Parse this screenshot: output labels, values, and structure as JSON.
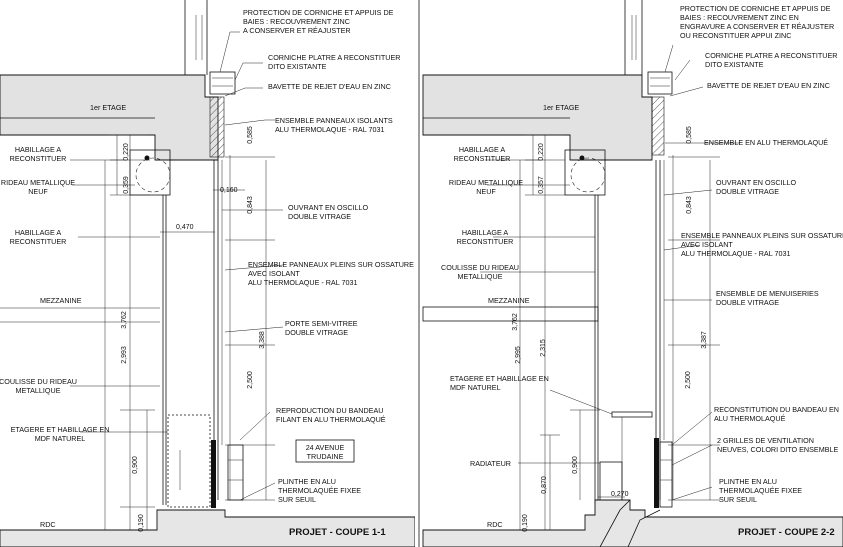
{
  "panels": [
    {
      "title": "PROJET - COUPE 1-1",
      "levels": {
        "upper": "1er ETAGE",
        "mezz": "MEZZANINE",
        "ground": "RDC"
      },
      "dims": [
        "0,220",
        "0,359",
        "3,762",
        "2,993",
        "0,900",
        "0,190",
        "0,585",
        "0,160",
        "0,470",
        "0,843",
        "3,388",
        "2,500"
      ],
      "address": [
        "24 AVENUE",
        "TRUDAINE"
      ],
      "left_notes": [
        [
          "HABILLAGE A",
          "RECONSTITUER"
        ],
        [
          "RIDEAU METALLIQUE",
          "NEUF"
        ],
        [
          "HABILLAGE A",
          "RECONSTITUER"
        ],
        [
          "COULISSE DU RIDEAU",
          "METALLIQUE"
        ],
        [
          "ETAGERE ET HABILLAGE EN",
          "MDF NATUREL"
        ]
      ],
      "right_notes": [
        [
          "PROTECTION DE CORNICHE ET APPUIS DE",
          "BAIES : RECOUVREMENT ZINC",
          "A CONSERVER ET RÉAJUSTER"
        ],
        [
          "CORNICHE PLATRE A RECONSTITUER",
          "DITO EXISTANTE"
        ],
        [
          "BAVETTE DE REJET D'EAU EN ZINC"
        ],
        [
          "ENSEMBLE PANNEAUX ISOLANTS",
          "ALU THERMOLAQUE - RAL 7031"
        ],
        [
          "OUVRANT EN OSCILLO",
          "DOUBLE VITRAGE"
        ],
        [
          "ENSEMBLE PANNEAUX PLEINS SUR OSSATURE",
          "AVEC ISOLANT",
          "ALU THERMOLAQUE - RAL 7031"
        ],
        [
          "PORTE SEMI-VITREE",
          "DOUBLE VITRAGE"
        ],
        [
          "REPRODUCTION DU BANDEAU",
          "FILANT EN ALU THERMOLAQUÉ"
        ],
        [
          "PLINTHE EN ALU",
          "THERMOLAQUÉE FIXEE",
          "SUR SEUIL"
        ]
      ]
    },
    {
      "title": "PROJET - COUPE 2-2",
      "levels": {
        "upper": "1er ETAGE",
        "mezz": "MEZZANINE",
        "ground": "RDC",
        "radiator": "RADIATEUR"
      },
      "dims": [
        "0,220",
        "0,357",
        "3,762",
        "2,995",
        "2,315",
        "0,900",
        "0,870",
        "0,190",
        "0,270",
        "0,585",
        "0,843",
        "3,387",
        "2,500"
      ],
      "left_notes": [
        [
          "HABILLAGE A",
          "RECONSTITUER"
        ],
        [
          "RIDEAU METALLIQUE",
          "NEUF"
        ],
        [
          "HABILLAGE A",
          "RECONSTITUER"
        ],
        [
          "COULISSE DU RIDEAU",
          "METALLIQUE"
        ],
        [
          "ETAGERE ET HABILLAGE EN",
          "MDF NATUREL"
        ]
      ],
      "right_notes": [
        [
          "PROTECTION DE CORNICHE ET APPUIS DE",
          "BAIES : RECOUVREMENT ZINC EN",
          "ENGRAVURE A CONSERVER ET RÉAJUSTER",
          "OU RECONSTITUER APPUI ZINC"
        ],
        [
          "CORNICHE PLATRE A RECONSTITUER",
          "DITO EXISTANTE"
        ],
        [
          "BAVETTE DE REJET D'EAU EN ZINC"
        ],
        [
          "ENSEMBLE EN ALU THERMOLAQUÉ"
        ],
        [
          "OUVRANT EN OSCILLO",
          "DOUBLE VITRAGE"
        ],
        [
          "ENSEMBLE PANNEAUX PLEINS SUR OSSATURE",
          "AVEC ISOLANT",
          "ALU THERMOLAQUE - RAL 7031"
        ],
        [
          "ENSEMBLE DE MENUISERIES",
          "DOUBLE VITRAGE"
        ],
        [
          "RECONSTITUTION DU BANDEAU EN",
          "ALU THERMOLAQUÉ"
        ],
        [
          "2 GRILLES DE VENTILATION",
          "NEUVES, COLORI DITO ENSEMBLE"
        ],
        [
          "PLINTHE EN ALU",
          "THERMOLAQUÉE FIXEE",
          "SUR SEUIL"
        ]
      ]
    }
  ]
}
